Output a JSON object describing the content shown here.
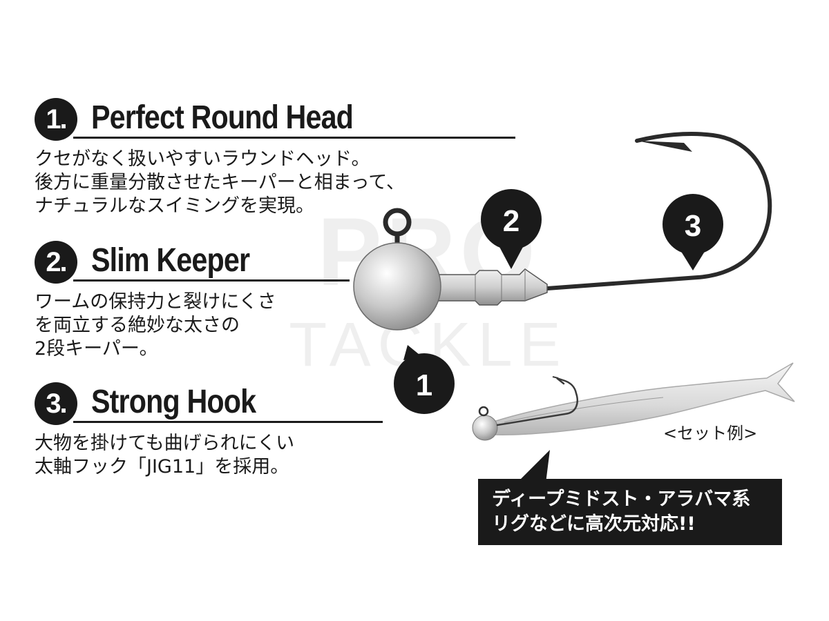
{
  "watermark": {
    "line1": "PRO",
    "line2": "TACKLE"
  },
  "features": [
    {
      "num": "1.",
      "title": "Perfect Round Head",
      "lines": [
        "クセがなく扱いやすいラウンドヘッド。",
        "後方に重量分散させたキーパーと相まって、",
        "ナチュラルなスイミングを実現。"
      ]
    },
    {
      "num": "2.",
      "title": "Slim Keeper",
      "lines": [
        "ワームの保持力と裂けにくさ",
        "を両立する絶妙な太さの",
        "2段キーパー。"
      ]
    },
    {
      "num": "3.",
      "title": "Strong  Hook",
      "lines": [
        "大物を掛けても曲げられにくい",
        "太軸フック「JIG11」を採用。"
      ]
    }
  ],
  "markers": [
    "1",
    "2",
    "3"
  ],
  "set_example_caption": "<セット例>",
  "callout": {
    "line1": "ディープミドスト・アラバマ系",
    "line2": "リグなどに高次元対応!!"
  },
  "colors": {
    "ink": "#1a1a1a",
    "background": "#ffffff",
    "watermark": "#efefef"
  }
}
